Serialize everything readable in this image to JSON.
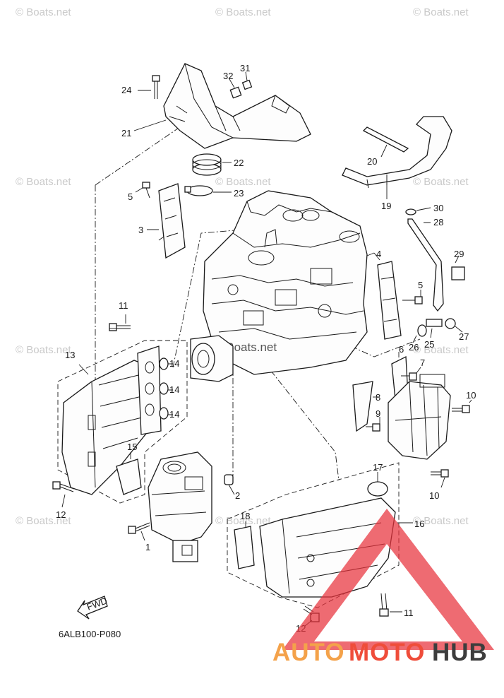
{
  "diagram": {
    "code": "6ALB100-P080",
    "fwd_label": "FWD",
    "watermark_text": "© Boats.net",
    "center_watermark": "© Boats.net",
    "labels": [
      {
        "id": "1",
        "text": "1"
      },
      {
        "id": "2",
        "text": "2"
      },
      {
        "id": "3",
        "text": "3"
      },
      {
        "id": "4",
        "text": "4"
      },
      {
        "id": "5a",
        "text": "5"
      },
      {
        "id": "5b",
        "text": "5"
      },
      {
        "id": "6",
        "text": "6"
      },
      {
        "id": "7",
        "text": "7"
      },
      {
        "id": "8",
        "text": "8"
      },
      {
        "id": "9",
        "text": "9"
      },
      {
        "id": "10a",
        "text": "10"
      },
      {
        "id": "10b",
        "text": "10"
      },
      {
        "id": "11a",
        "text": "11"
      },
      {
        "id": "11b",
        "text": "11"
      },
      {
        "id": "12a",
        "text": "12"
      },
      {
        "id": "12b",
        "text": "12"
      },
      {
        "id": "13",
        "text": "13"
      },
      {
        "id": "14a",
        "text": "14"
      },
      {
        "id": "14b",
        "text": "14"
      },
      {
        "id": "14c",
        "text": "14"
      },
      {
        "id": "15",
        "text": "15"
      },
      {
        "id": "16",
        "text": "16"
      },
      {
        "id": "17",
        "text": "17"
      },
      {
        "id": "18",
        "text": "18"
      },
      {
        "id": "19",
        "text": "19"
      },
      {
        "id": "20",
        "text": "20"
      },
      {
        "id": "21",
        "text": "21"
      },
      {
        "id": "22",
        "text": "22"
      },
      {
        "id": "23",
        "text": "23"
      },
      {
        "id": "24",
        "text": "24"
      },
      {
        "id": "25",
        "text": "25"
      },
      {
        "id": "26",
        "text": "26"
      },
      {
        "id": "27",
        "text": "27"
      },
      {
        "id": "28",
        "text": "28"
      },
      {
        "id": "29",
        "text": "29"
      },
      {
        "id": "30",
        "text": "30"
      },
      {
        "id": "31",
        "text": "31"
      },
      {
        "id": "32",
        "text": "32"
      }
    ]
  },
  "brand": {
    "part1": "AUTO",
    "part2": "MOTO",
    "part3": "HUB",
    "colors": {
      "auto": "#f4a24a",
      "moto": "#ef4d3a",
      "hub": "#3d3d3d",
      "triangle": "#e8323c"
    }
  }
}
